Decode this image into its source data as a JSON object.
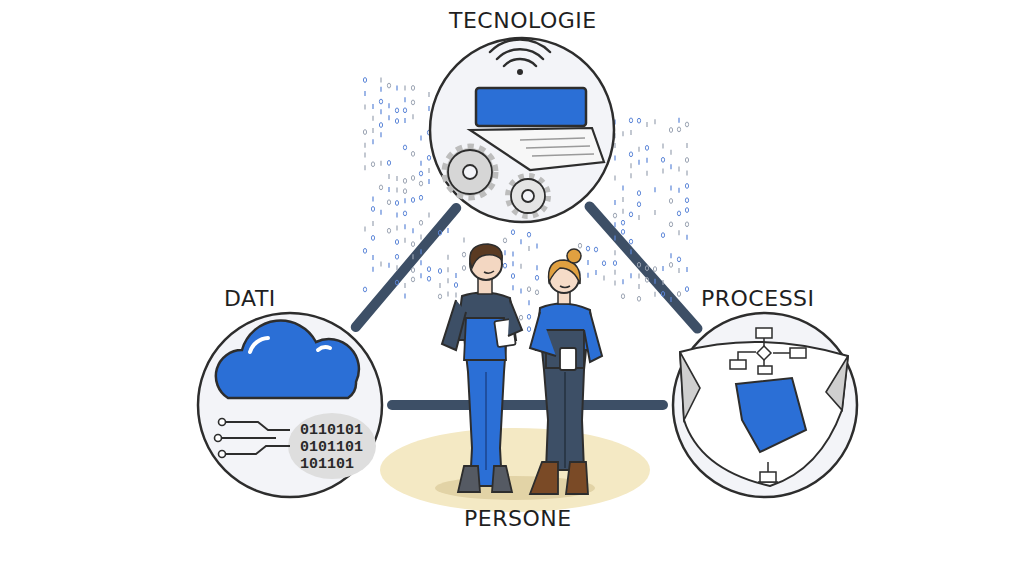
{
  "diagram": {
    "nodes": [
      {
        "text": [
          "TECNOLOGIE"
        ]
      },
      {
        "text": [
          "DATI",
          "0110101 0101101 101101"
        ]
      },
      {
        "text": [
          "PROCESSI"
        ]
      },
      {
        "text": [
          "PERSONE"
        ]
      }
    ],
    "edges": [
      {
        "from": 0,
        "to": 1,
        "arrow": "none"
      },
      {
        "from": 0,
        "to": 2,
        "arrow": "none"
      },
      {
        "from": 1,
        "to": 2,
        "arrow": "none"
      }
    ]
  }
}
